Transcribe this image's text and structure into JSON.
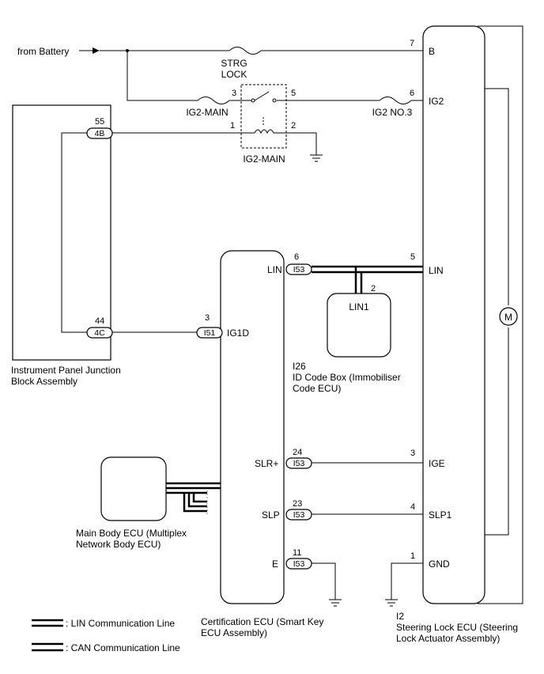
{
  "labels": {
    "from_battery": "from Battery",
    "strg_lock": [
      "STRG",
      "LOCK"
    ],
    "ig2_main_fuse": "IG2-MAIN",
    "ig2_no3_fuse": "IG2 NO.3",
    "ig2_main_relay": "IG2-MAIN",
    "lin1": "LIN1",
    "motor": "M"
  },
  "components": {
    "instrument_panel": [
      "Instrument Panel Junction",
      "Block Assembly"
    ],
    "id_code_box": [
      "I26",
      "ID Code Box (Immobiliser",
      "Code ECU)"
    ],
    "main_body_ecu": [
      "Main Body ECU (Multiplex",
      "Network Body ECU)"
    ],
    "certification_ecu": [
      "Certification ECU (Smart Key",
      "ECU Assembly)"
    ],
    "steering_lock_ecu": [
      "I2",
      "Steering Lock ECU (Steering",
      "Lock Actuator Assembly)"
    ]
  },
  "steering_lock_terminals": {
    "b": "B",
    "ig2": "IG2",
    "lin": "LIN",
    "ige": "IGE",
    "slp1": "SLP1",
    "gnd": "GND"
  },
  "steering_lock_pins": {
    "b": "7",
    "ig2": "6",
    "lin": "5",
    "ige": "3",
    "slp1": "4",
    "gnd": "1"
  },
  "cert_terminals": {
    "lin": "LIN",
    "ig1d": "IG1D",
    "slr": "SLR+",
    "slp": "SLP",
    "e": "E"
  },
  "cert_pins": {
    "lin": "6",
    "ig1d": "3",
    "slr": "24",
    "slp": "23",
    "e": "11"
  },
  "connectors": {
    "i53": "I53",
    "i51": "I51",
    "c4b": "4B",
    "c4c": "4C"
  },
  "ipjb_pins": {
    "p55": "55",
    "p44": "44"
  },
  "relay_pins": {
    "p3": "3",
    "p5": "5",
    "p1": "1",
    "p2": "2"
  },
  "lin1_pin": "2",
  "legend": {
    "lin": ": LIN Communication Line",
    "can": ": CAN Communication Line"
  }
}
